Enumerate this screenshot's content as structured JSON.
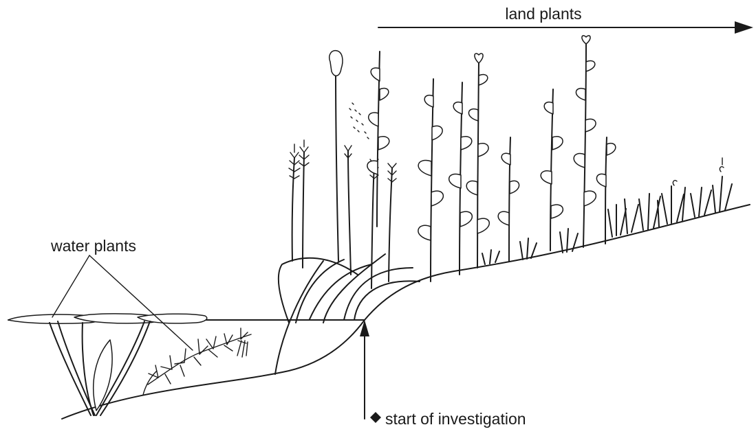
{
  "labels": {
    "land_plants": "land plants",
    "water_plants": "water plants",
    "start_of_investigation": "start of investigation"
  },
  "icons": {
    "land_arrow": "right-arrow-icon",
    "start_marker": "diamond-icon",
    "start_arrow": "up-arrow-icon"
  },
  "colors": {
    "ink": "#1a1a1a",
    "background": "#ffffff"
  }
}
